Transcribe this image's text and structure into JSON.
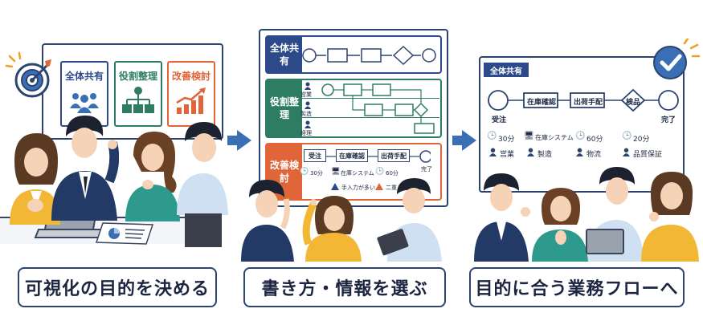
{
  "panel1": {
    "cards": [
      {
        "label": "全体共有",
        "color": "#2c4a8a"
      },
      {
        "label": "役割整理",
        "color": "#2e7d62"
      },
      {
        "label": "改善検討",
        "color": "#e0663a"
      }
    ],
    "caption": "可視化の目的を決める"
  },
  "panel2": {
    "lanes": [
      {
        "label": "全体共有",
        "color": "#2c4a8a"
      },
      {
        "label": "役割整理",
        "color": "#2e7d62"
      },
      {
        "label": "改善検討",
        "color": "#e0663a"
      }
    ],
    "roles": [
      "営業",
      "製造",
      "経理"
    ],
    "steps": [
      "受注",
      "在庫確認",
      "出荷手配"
    ],
    "end": "完了",
    "time1": "30分",
    "system": "在庫システム",
    "time2": "60分",
    "warn1": "手入力が多い",
    "warn2": "二重入力",
    "caption": "書き方・情報を選ぶ"
  },
  "panel3": {
    "header": "全体共有",
    "start": "受注",
    "steps": [
      "在庫確認",
      "出荷手配"
    ],
    "decision": "検品",
    "end": "完了",
    "times": [
      "30分",
      "在庫システム",
      "60分",
      "20分"
    ],
    "owners": [
      "営業",
      "製造",
      "物流",
      "品質保証"
    ],
    "caption": "目的に合う業務フローへ"
  },
  "colors": {
    "navy": "#2c4470",
    "blue": "#3b6fb5",
    "green": "#2e7d62",
    "orange": "#e0663a"
  }
}
